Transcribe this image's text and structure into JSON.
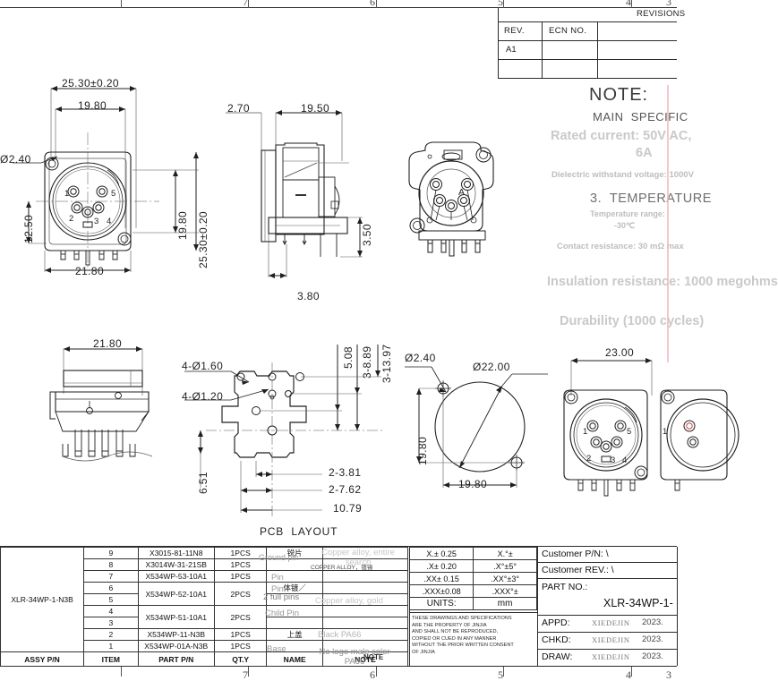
{
  "sheet": {
    "zones_top": [
      "7",
      "6",
      "5",
      "4",
      "3"
    ],
    "zones_bottom": [
      "7",
      "6",
      "5",
      "4",
      "3"
    ]
  },
  "revisions": {
    "title": "REVISIONS",
    "headers": [
      "REV.",
      "ECN NO.",
      ""
    ],
    "rows": [
      [
        "A1",
        "",
        ""
      ],
      [
        "",
        "",
        ""
      ]
    ]
  },
  "note": {
    "heading": "NOTE:",
    "subheading": "MAIN  SPECIFIC",
    "lines": [
      "Rated current: 50V AC,",
      "6A",
      "Dielectric withstand voltage: 1000V",
      "3.  TEMPERATURE",
      "Temperature range:",
      "-30℃",
      "Contact resistance: 30 mΩ max",
      "Insulation resistance: 1000 megohms",
      "Durability (1000 cycles)"
    ]
  },
  "views": {
    "front": {
      "label": "",
      "dims": [
        "25.30±0.20",
        "19.80",
        "Ø2.40",
        "12.50",
        "21.80",
        "19.80",
        "25.30±0.20"
      ],
      "pin_numbers": [
        "1",
        "2",
        "3",
        "4",
        "5"
      ]
    },
    "side": {
      "dims": [
        "2.70",
        "19.50",
        "3.50",
        "3.80"
      ]
    },
    "rear": {
      "center_label": "A"
    },
    "bottom_left": {
      "dims": [
        "21.80"
      ]
    },
    "pcb": {
      "caption": "PCB  LAYOUT",
      "dims": [
        "4-Ø1.60",
        "4-Ø1.20",
        "5.08",
        "3-8.89",
        "3-13.97",
        "6.51",
        "2-3.81",
        "2-7.62",
        "10.79"
      ]
    },
    "hole_detail": {
      "dims": [
        "Ø2.40",
        "Ø22.00",
        "19.80",
        "19.80"
      ]
    },
    "pair": {
      "dims": [
        "23.00"
      ],
      "pin_numbers": [
        "1",
        "2",
        "3",
        "4",
        "5"
      ]
    }
  },
  "bom": {
    "headers": [
      "ASSY P/N",
      "ITEM",
      "PART P/N",
      "QT.Y",
      "NAME",
      "NOTE"
    ],
    "assy_pn": "XLR-34WP-1-N3B",
    "rows": [
      {
        "item": "9",
        "part": "X3015-81-11N8",
        "qty": "1PCS",
        "name": "Ground pin",
        "name_cn": "锐片",
        "note": "Copper alloy, entire search",
        "note_cn": "COPPER ALLOY，镀锡"
      },
      {
        "item": "8",
        "part": "X3014W-31-21SB",
        "qty": "1PCS",
        "name": "Pin",
        "name_cn": "",
        "note": "",
        "note_cn": ""
      },
      {
        "item": "7",
        "part": "X534WP-53-10A1",
        "qty": "1PCS",
        "name": "Pin",
        "name_cn": "",
        "note": "",
        "note_cn": ""
      },
      {
        "item": "6",
        "part": "X534WP-52-10A1",
        "qty": "2PCS",
        "name": "2 full pins",
        "name_cn": "体镀／",
        "note": "Copper alloy, gold",
        "note_cn": ""
      },
      {
        "item": "5",
        "part": "",
        "qty": "",
        "name": "",
        "name_cn": "",
        "note": "",
        "note_cn": ""
      },
      {
        "item": "4",
        "part": "X534WP-51-10A1",
        "qty": "2PCS",
        "name": "Child Pin",
        "name_cn": "",
        "note": "",
        "note_cn": ""
      },
      {
        "item": "3",
        "part": "",
        "qty": "",
        "name": "",
        "name_cn": "",
        "note": "",
        "note_cn": ""
      },
      {
        "item": "2",
        "part": "X534WP-11-N3B",
        "qty": "1PCS",
        "name": "",
        "name_cn": "上盖",
        "note": "Black PA66",
        "note_cn": ""
      },
      {
        "item": "1",
        "part": "X534WP-01A-N3B",
        "qty": "1PCS",
        "name": "Base",
        "name_cn": "",
        "note": "No logo male color PA66",
        "note_cn": ""
      }
    ]
  },
  "tolerance": {
    "rows": [
      [
        "X.± 0.25",
        "X.°±"
      ],
      [
        ".X± 0.20",
        ".X°±5°"
      ],
      [
        ".XX± 0.15",
        ".XX°±3°"
      ],
      [
        ".XXX±0.08",
        ".XXX°±"
      ],
      [
        "UNITS:",
        "mm"
      ]
    ],
    "disclaimer": "THESE DRAWINGS AND SPECIFICATIONS\nARE THE PROPERTY OF JINJIA\nAND SHALL NOT BE REPRODUCED,\nCOPIED OR CUED IN ANY MANNER\nWITHOUT THE PRIOR WRITTEN CONSENT\nOF JINJIA"
  },
  "titleblock": {
    "customer_pn_label": "Customer P/N: \\",
    "customer_rev_label": "Customer REV.: \\",
    "part_no_label": "PART NO.:",
    "part_no_value": "XLR-34WP-1-",
    "signoff": [
      {
        "label": "APPD:",
        "name": "XIEDEJIN",
        "date": "2023."
      },
      {
        "label": "CHKD:",
        "name": "XIEDEJIN",
        "date": "2023."
      },
      {
        "label": "DRAW:",
        "name": "XIEDEJIN",
        "date": "2023."
      }
    ]
  }
}
